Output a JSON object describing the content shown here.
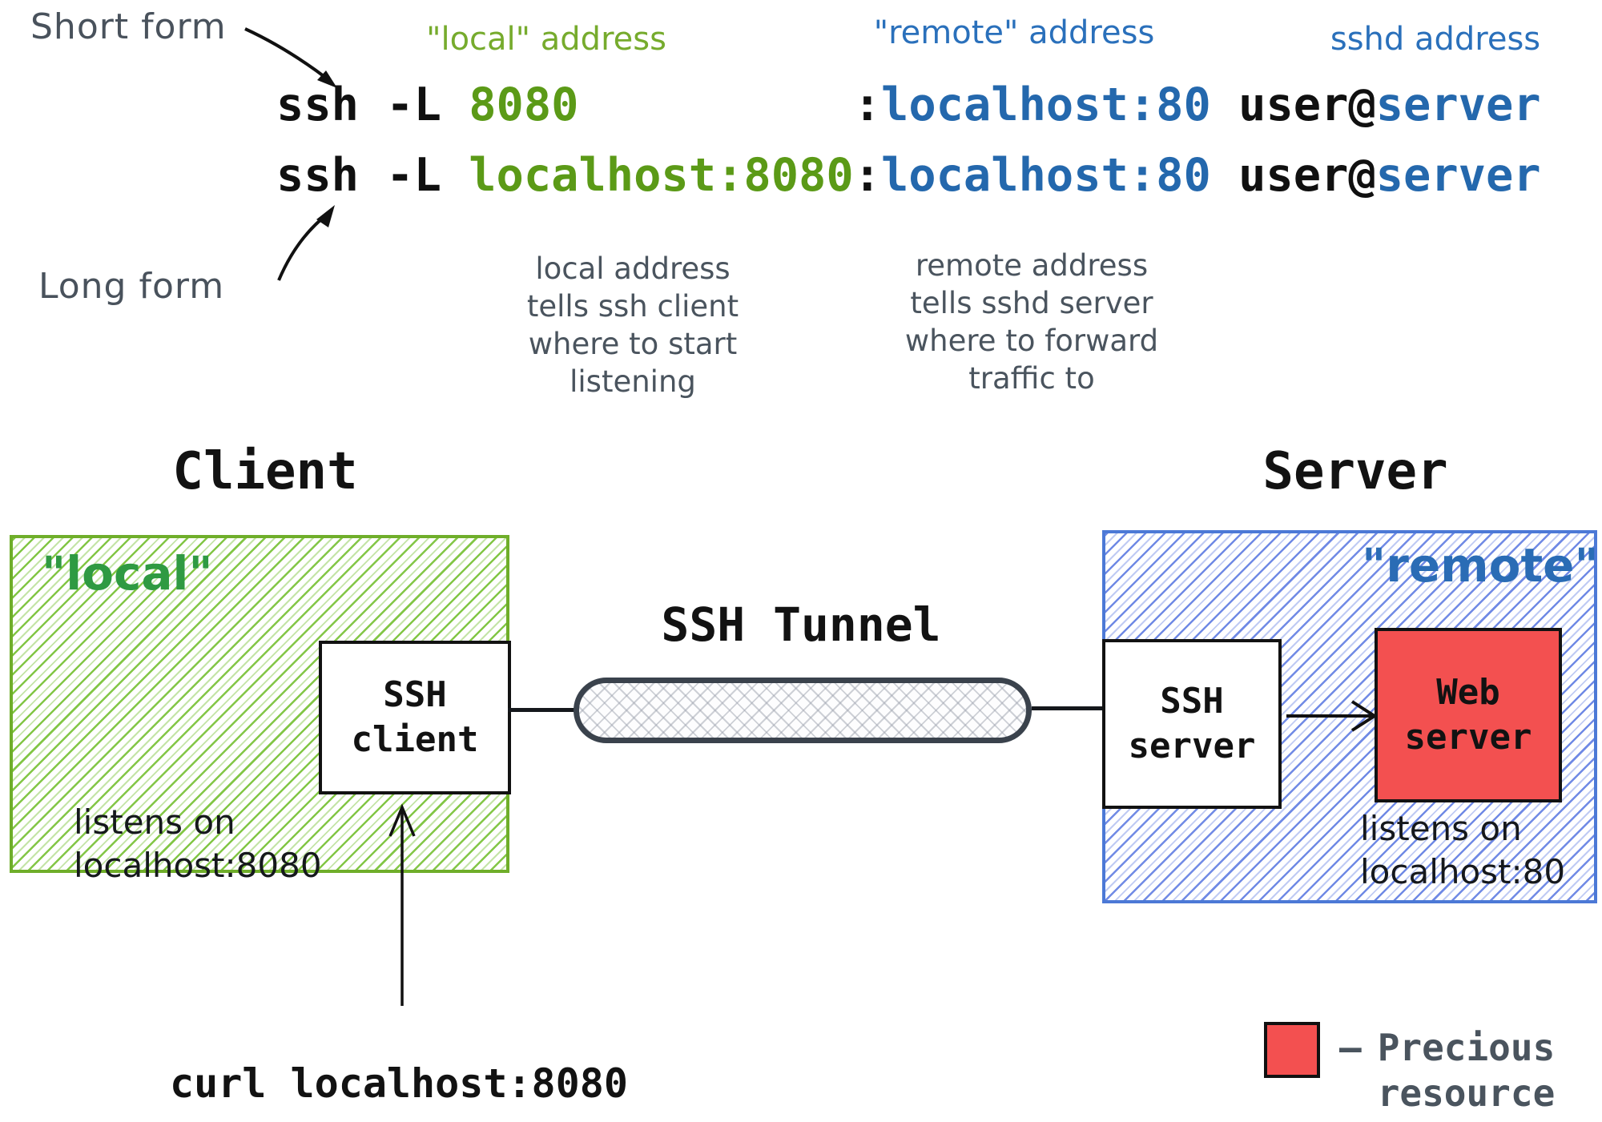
{
  "colors": {
    "cmd_ink": "#101010",
    "cmd_green": "#5b9a17",
    "cmd_blue": "#2468ad",
    "header_green": "#76ab2d",
    "header_blue": "#2a70bb",
    "handwriting_gray": "#4a545e",
    "zone_green_border": "#6fae2a",
    "zone_blue_border": "#4c79d6",
    "precious_red": "#f35050"
  },
  "annotations": {
    "short_form": "Short form",
    "long_form": "Long form"
  },
  "headers": {
    "local": "\"local\" address",
    "remote": "\"remote\" address",
    "sshd": "sshd address"
  },
  "commands": [
    {
      "parts": [
        {
          "t": "ssh -L ",
          "c": "ink"
        },
        {
          "t": "8080",
          "c": "green"
        },
        {
          "t": "          :",
          "c": "ink"
        },
        {
          "t": "localhost:80",
          "c": "blue"
        },
        {
          "t": " user@",
          "c": "ink"
        },
        {
          "t": "server",
          "c": "blue"
        }
      ]
    },
    {
      "parts": [
        {
          "t": "ssh -L ",
          "c": "ink"
        },
        {
          "t": "localhost:8080",
          "c": "green"
        },
        {
          "t": ":",
          "c": "ink"
        },
        {
          "t": "localhost:80",
          "c": "blue"
        },
        {
          "t": " user@",
          "c": "ink"
        },
        {
          "t": "server",
          "c": "blue"
        }
      ]
    }
  ],
  "notes": {
    "local": "local address\ntells ssh client\nwhere to start\nlistening",
    "remote": "remote address\ntells sshd server\nwhere to forward\ntraffic to"
  },
  "diagram": {
    "client": {
      "title": "Client",
      "zone_label": "\"local\"",
      "ssh_box_label": "SSH\nclient",
      "listens": "listens on\nlocalhost:8080"
    },
    "tunnel": {
      "label": "SSH Tunnel"
    },
    "server": {
      "title": "Server",
      "zone_label": "\"remote\"",
      "ssh_box_label": "SSH\nserver",
      "web_box_label": "Web\nserver",
      "listens": "listens on\nlocalhost:80"
    },
    "curl_command": "curl localhost:8080",
    "legend": {
      "dash": "–",
      "label": "Precious\nresource"
    }
  }
}
